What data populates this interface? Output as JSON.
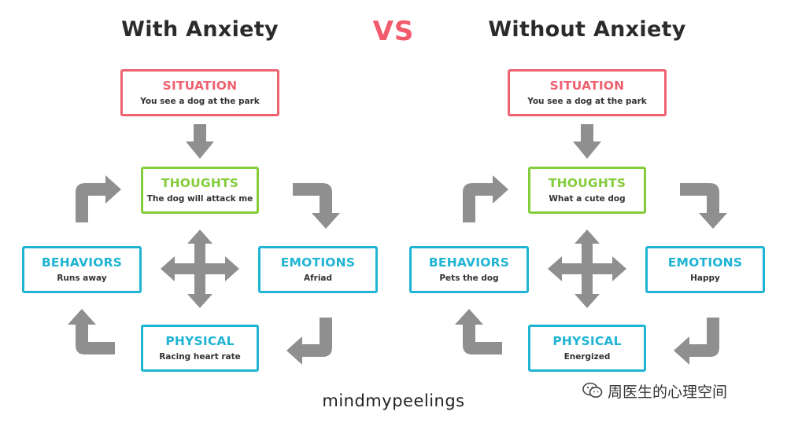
{
  "left": {
    "title": "With Anxiety",
    "situation": {
      "label": "SITUATION",
      "text": "You see a dog at the park"
    },
    "thoughts": {
      "label": "THOUGHTS",
      "text": "The dog will attack me"
    },
    "behaviors": {
      "label": "BEHAVIORS",
      "text": "Runs away"
    },
    "emotions": {
      "label": "EMOTIONS",
      "text": "Afriad"
    },
    "physical": {
      "label": "PHYSICAL",
      "text": "Racing heart rate"
    }
  },
  "vs": "VS",
  "right": {
    "title": "Without Anxiety",
    "situation": {
      "label": "SITUATION",
      "text": "You see a dog at the park"
    },
    "thoughts": {
      "label": "THOUGHTS",
      "text": "What a cute dog"
    },
    "behaviors": {
      "label": "BEHAVIORS",
      "text": "Pets the dog"
    },
    "emotions": {
      "label": "EMOTIONS",
      "text": "Happy"
    },
    "physical": {
      "label": "PHYSICAL",
      "text": "Energized"
    }
  },
  "footer": "mindmypeelings",
  "watermark": {
    "text": "周医生的心理空间",
    "icon": "wechat-icon"
  },
  "colors": {
    "red": "#ee6171",
    "green": "#84cc3a",
    "blue": "#1fb4d4",
    "arrow": "#8f8f8f",
    "vs": "#f15b6c"
  }
}
